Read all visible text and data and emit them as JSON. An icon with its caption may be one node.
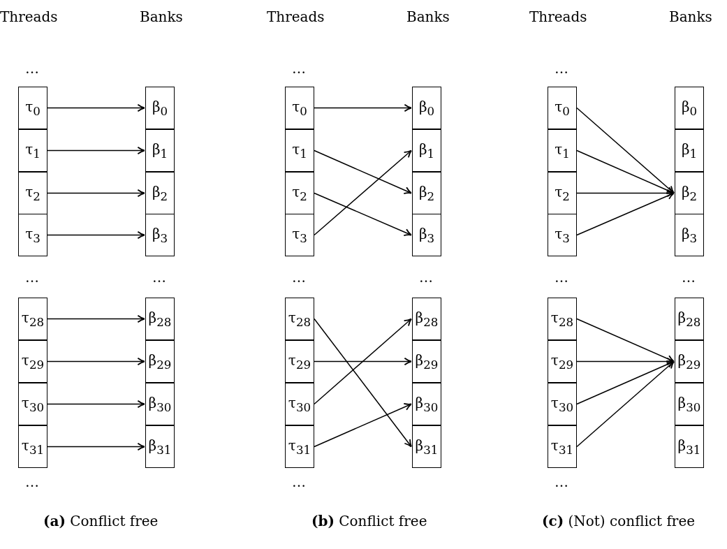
{
  "diagram": {
    "nodes": [
      {
        "text": [
          "τ$_{0}$"
        ]
      },
      {
        "text": [
          "τ$_{1}$"
        ]
      },
      {
        "text": [
          "τ$_{2}$"
        ]
      },
      {
        "text": [
          "τ$_{3}$"
        ]
      },
      {
        "text": [
          "τ$_{28}$"
        ]
      },
      {
        "text": [
          "τ$_{29}$"
        ]
      },
      {
        "text": [
          "τ$_{30}$"
        ]
      },
      {
        "text": [
          "τ$_{31}$"
        ]
      },
      {
        "text": [
          "β$_{0}$"
        ]
      },
      {
        "text": [
          "β$_{1}$"
        ]
      },
      {
        "text": [
          "β$_{2}$"
        ]
      },
      {
        "text": [
          "β$_{3}$"
        ]
      },
      {
        "text": [
          "β$_{28}$"
        ]
      },
      {
        "text": [
          "β$_{29}$"
        ]
      },
      {
        "text": [
          "β$_{30}$"
        ]
      },
      {
        "text": [
          "β$_{31}$"
        ]
      },
      {
        "text": [
          "τ$_{0}$"
        ]
      },
      {
        "text": [
          "τ$_{1}$"
        ]
      },
      {
        "text": [
          "τ$_{2}$"
        ]
      },
      {
        "text": [
          "τ$_{3}$"
        ]
      },
      {
        "text": [
          "τ$_{28}$"
        ]
      },
      {
        "text": [
          "τ$_{29}$"
        ]
      },
      {
        "text": [
          "τ$_{30}$"
        ]
      },
      {
        "text": [
          "τ$_{31}$"
        ]
      },
      {
        "text": [
          "β$_{0}$"
        ]
      },
      {
        "text": [
          "β$_{1}$"
        ]
      },
      {
        "text": [
          "β$_{2}$"
        ]
      },
      {
        "text": [
          "β$_{3}$"
        ]
      },
      {
        "text": [
          "β$_{28}$"
        ]
      },
      {
        "text": [
          "β$_{29}$"
        ]
      },
      {
        "text": [
          "β$_{30}$"
        ]
      },
      {
        "text": [
          "β$_{31}$"
        ]
      },
      {
        "text": [
          "τ$_{0}$"
        ]
      },
      {
        "text": [
          "τ$_{1}$"
        ]
      },
      {
        "text": [
          "τ$_{2}$"
        ]
      },
      {
        "text": [
          "τ$_{3}$"
        ]
      },
      {
        "text": [
          "τ$_{28}$"
        ]
      },
      {
        "text": [
          "τ$_{29}$"
        ]
      },
      {
        "text": [
          "τ$_{30}$"
        ]
      },
      {
        "text": [
          "τ$_{31}$"
        ]
      },
      {
        "text": [
          "β$_{0}$"
        ]
      },
      {
        "text": [
          "β$_{1}$"
        ]
      },
      {
        "text": [
          "β$_{2}$"
        ]
      },
      {
        "text": [
          "β$_{3}$"
        ]
      },
      {
        "text": [
          "β$_{28}$"
        ]
      },
      {
        "text": [
          "β$_{29}$"
        ]
      },
      {
        "text": [
          "β$_{30}$"
        ]
      },
      {
        "text": [
          "β$_{31}$"
        ]
      }
    ],
    "edges": [
      {
        "from": 0,
        "to": 8,
        "arrow": "to"
      },
      {
        "from": 1,
        "to": 9,
        "arrow": "to"
      },
      {
        "from": 2,
        "to": 10,
        "arrow": "to"
      },
      {
        "from": 3,
        "to": 11,
        "arrow": "to"
      },
      {
        "from": 4,
        "to": 12,
        "arrow": "to"
      },
      {
        "from": 5,
        "to": 13,
        "arrow": "to"
      },
      {
        "from": 6,
        "to": 14,
        "arrow": "to"
      },
      {
        "from": 7,
        "to": 15,
        "arrow": "to"
      },
      {
        "from": 16,
        "to": 24,
        "arrow": "to"
      },
      {
        "from": 17,
        "to": 26,
        "arrow": "to"
      },
      {
        "from": 18,
        "to": 27,
        "arrow": "to"
      },
      {
        "from": 19,
        "to": 25,
        "arrow": "to"
      },
      {
        "from": 20,
        "to": 31,
        "arrow": "to"
      },
      {
        "from": 21,
        "to": 29,
        "arrow": "to"
      },
      {
        "from": 22,
        "to": 28,
        "arrow": "to"
      },
      {
        "from": 23,
        "to": 30,
        "arrow": "to"
      },
      {
        "from": 32,
        "to": 42,
        "arrow": "to"
      },
      {
        "from": 33,
        "to": 42,
        "arrow": "to"
      },
      {
        "from": 34,
        "to": 42,
        "arrow": "to"
      },
      {
        "from": 35,
        "to": 42,
        "arrow": "to"
      },
      {
        "from": 36,
        "to": 45,
        "arrow": "to"
      },
      {
        "from": 37,
        "to": 45,
        "arrow": "to"
      },
      {
        "from": 38,
        "to": 45,
        "arrow": "to"
      },
      {
        "from": 39,
        "to": 45,
        "arrow": "to"
      }
    ],
    "labels": [
      "Threads",
      "Banks",
      "…",
      "…",
      "…",
      "…",
      "Threads",
      "Banks",
      "…",
      "…",
      "…",
      "…",
      "Threads",
      "Banks",
      "…",
      "…",
      "…",
      "…",
      "**(a)** Conflict free",
      "**(b)** Conflict free",
      "**(c)** (Not) conflict free"
    ]
  }
}
